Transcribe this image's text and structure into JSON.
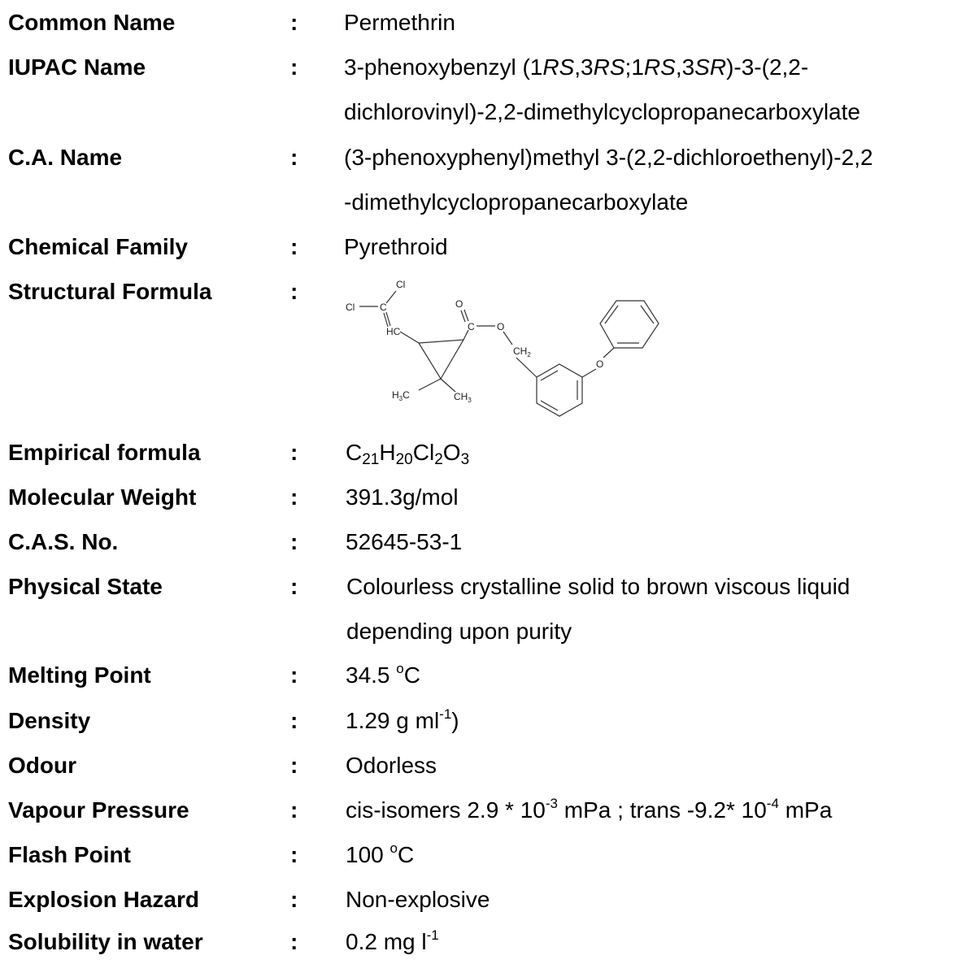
{
  "separator": ":",
  "rows": {
    "common_name": {
      "label": "Common Name",
      "value": "Permethrin"
    },
    "iupac_name": {
      "label": "IUPAC Name",
      "value_line1_parts": [
        "3-phenoxybenzyl (1",
        "RS",
        ",3",
        "RS",
        ";1",
        "RS",
        ",3",
        "SR",
        ")-3-(2,2-"
      ],
      "value_line2": "dichlorovinyl)-2,2-dimethylcyclopropanecarboxylate"
    },
    "ca_name": {
      "label": "C.A. Name",
      "value_line1": "(3-phenoxyphenyl)methyl 3-(2,2-dichloroethenyl)-2,2",
      "value_line2": "-dimethylcyclopropanecarboxylate"
    },
    "chemical_family": {
      "label": "Chemical Family",
      "value": "Pyrethroid"
    },
    "structural_formula": {
      "label": "Structural Formula",
      "atoms": {
        "cl1": "Cl",
        "cl2": "Cl",
        "c1": "C",
        "hc": "HC",
        "o_carbonyl": "O",
        "c_ester": "C",
        "o_ester": "O",
        "ch2": "CH",
        "ch2_sub": "2",
        "h3c": "H",
        "h3c_sub": "3",
        "h3c_c": "C",
        "ch3": "CH",
        "ch3_sub": "3",
        "o_ether": "O"
      }
    },
    "empirical_formula": {
      "label": "Empirical formula",
      "parts": [
        "C",
        "21",
        "H",
        "20",
        "Cl",
        "2",
        "O",
        "3"
      ]
    },
    "molecular_weight": {
      "label": "Molecular Weight",
      "value": "391.3g/mol"
    },
    "cas_no": {
      "label": "C.A.S. No.",
      "value": "52645-53-1"
    },
    "physical_state": {
      "label": "Physical State",
      "value_line1": "Colourless crystalline solid to brown viscous liquid",
      "value_line2": "depending upon purity"
    },
    "melting_point": {
      "label": "Melting Point",
      "value": "34.5",
      "sup": "o",
      "unit": "C"
    },
    "density": {
      "label": "Density",
      "value": "1.29 g ml",
      "sup": "-1",
      "tail": ")"
    },
    "odour": {
      "label": "Odour",
      "value": "Odorless"
    },
    "vapour_pressure": {
      "label": "Vapour Pressure",
      "part1": "cis-isomers 2.9 * 10",
      "sup1": "-3",
      "part2": " mPa ; trans -9.2* 10",
      "sup2": "-4",
      "part3": " mPa"
    },
    "flash_point": {
      "label": "Flash Point",
      "value": "100",
      "sup": "o",
      "unit": "C"
    },
    "explosion_hazard": {
      "label": "Explosion Hazard",
      "value": "Non-explosive"
    },
    "solubility": {
      "label": "Solubility in water",
      "value": "0.2 mg l",
      "sup": "-1"
    }
  }
}
